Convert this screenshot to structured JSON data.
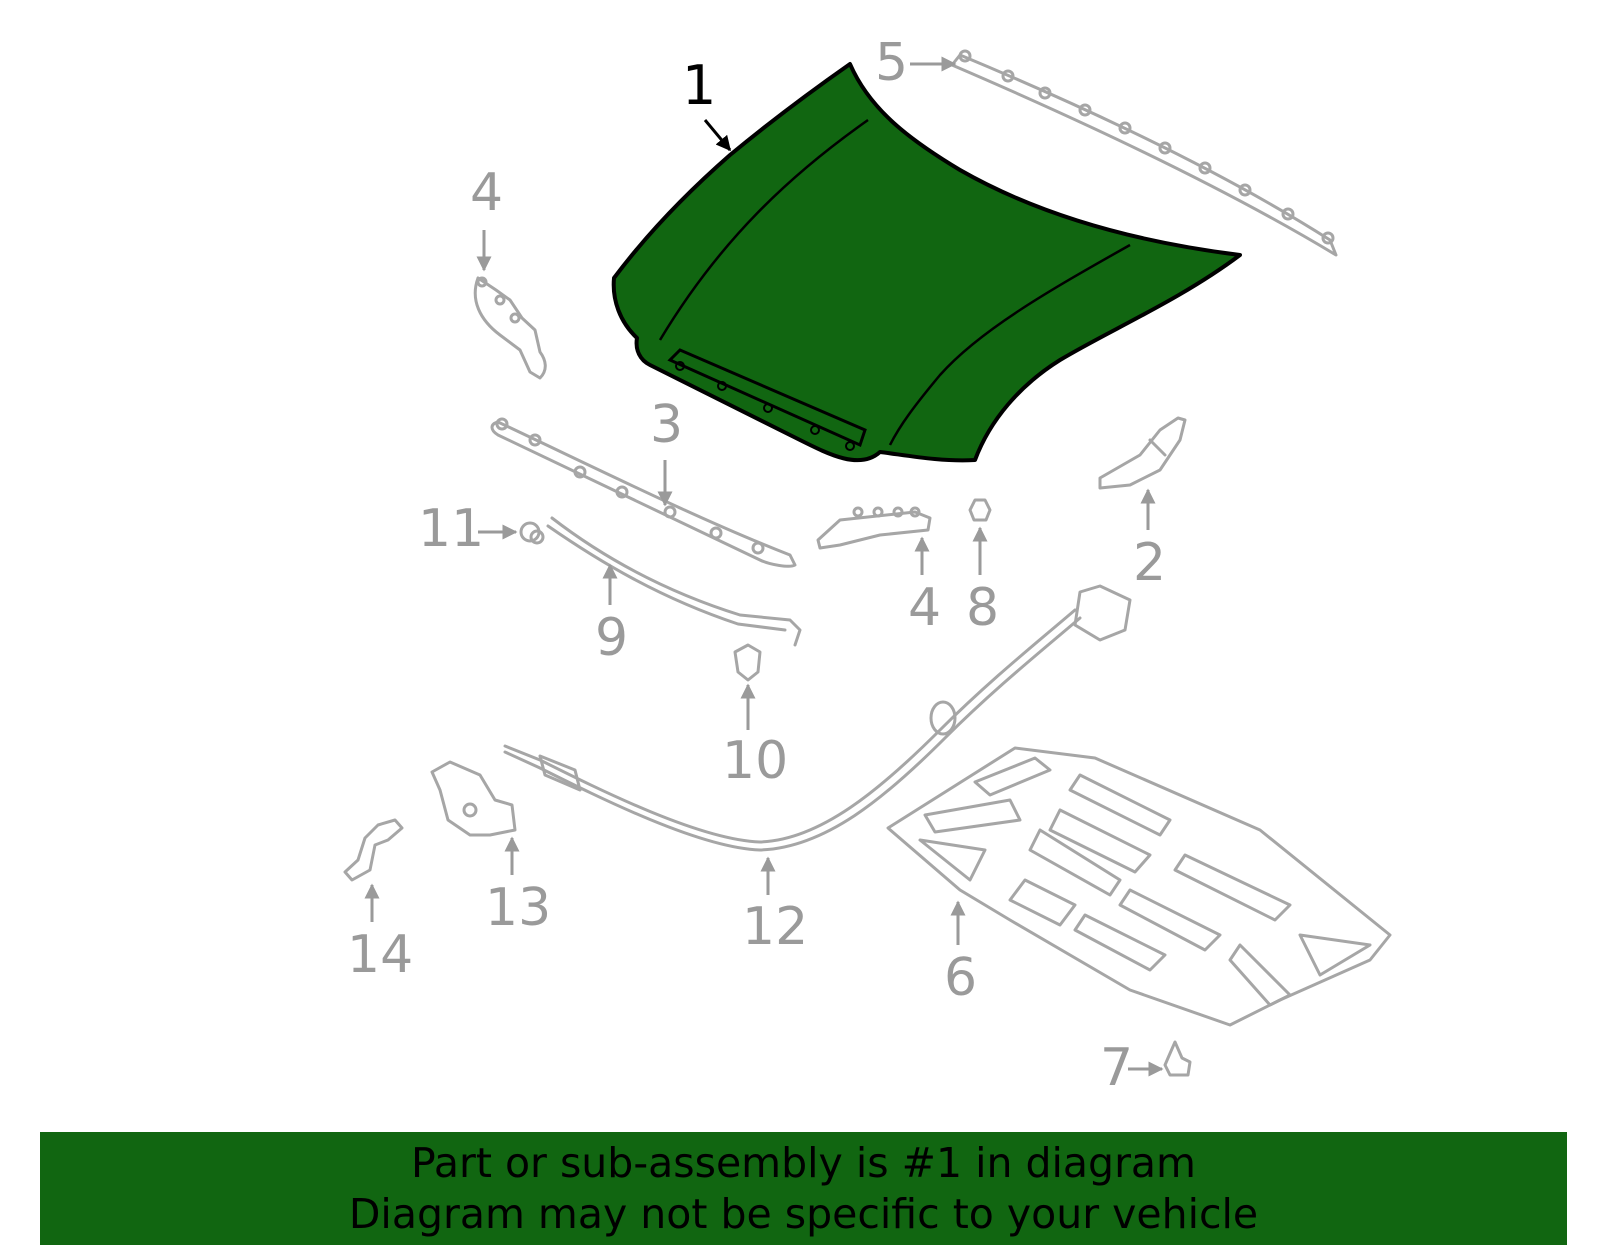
{
  "diagram": {
    "highlight_color": "#116611",
    "part_color": "#a6a6a6",
    "highlighted_part": "1",
    "callouts": [
      "1",
      "2",
      "3",
      "4",
      "4",
      "5",
      "6",
      "7",
      "8",
      "9",
      "10",
      "11",
      "12",
      "13",
      "14"
    ]
  },
  "banner": {
    "line1": "Part or sub-assembly is #1 in diagram",
    "line2": "Diagram may not be specific to your vehicle",
    "background": "#116611"
  }
}
